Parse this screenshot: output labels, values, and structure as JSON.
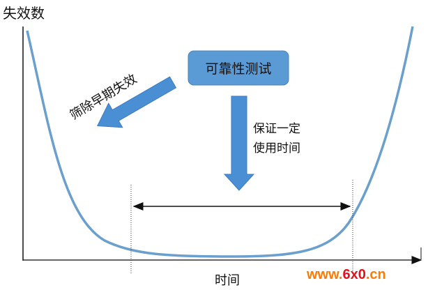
{
  "y_axis_label": "失效数",
  "x_axis_label": "时间",
  "box_label": "可靠性测试",
  "left_arrow_label": "筛除早期失效",
  "down_arrow_label_line1": "保证一定",
  "down_arrow_label_line2": "使用时间",
  "watermark": {
    "prefix": "www.",
    "middle": "6x0",
    "suffix": ".cn"
  },
  "colors": {
    "curve": "#6b9fcd",
    "box": "#5b9bd5",
    "arrow": "#4a8fd4",
    "watermark_orange": "#ff7a00",
    "watermark_red": "#e8101a"
  }
}
